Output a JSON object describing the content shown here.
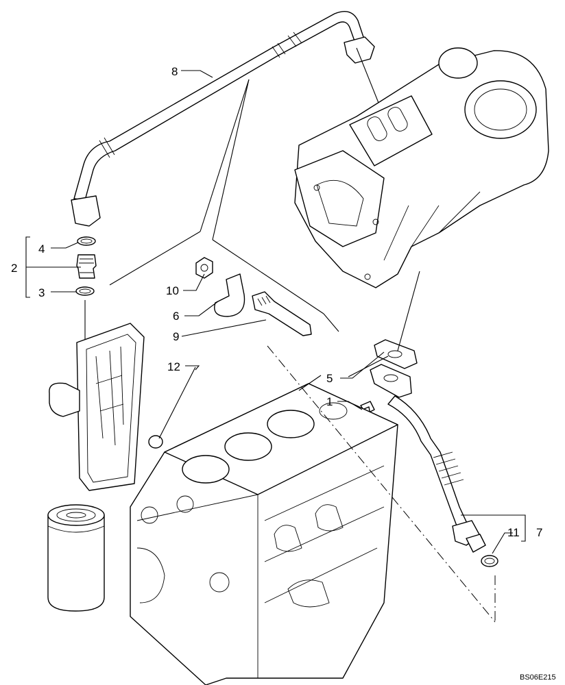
{
  "callouts": {
    "c1": "1",
    "c2": "2",
    "c3": "3",
    "c4": "4",
    "c5": "5",
    "c6": "6",
    "c7": "7",
    "c8": "8",
    "c9": "9",
    "c10": "10",
    "c11": "11",
    "c12": "12"
  },
  "drawing_code": "BS06E215"
}
